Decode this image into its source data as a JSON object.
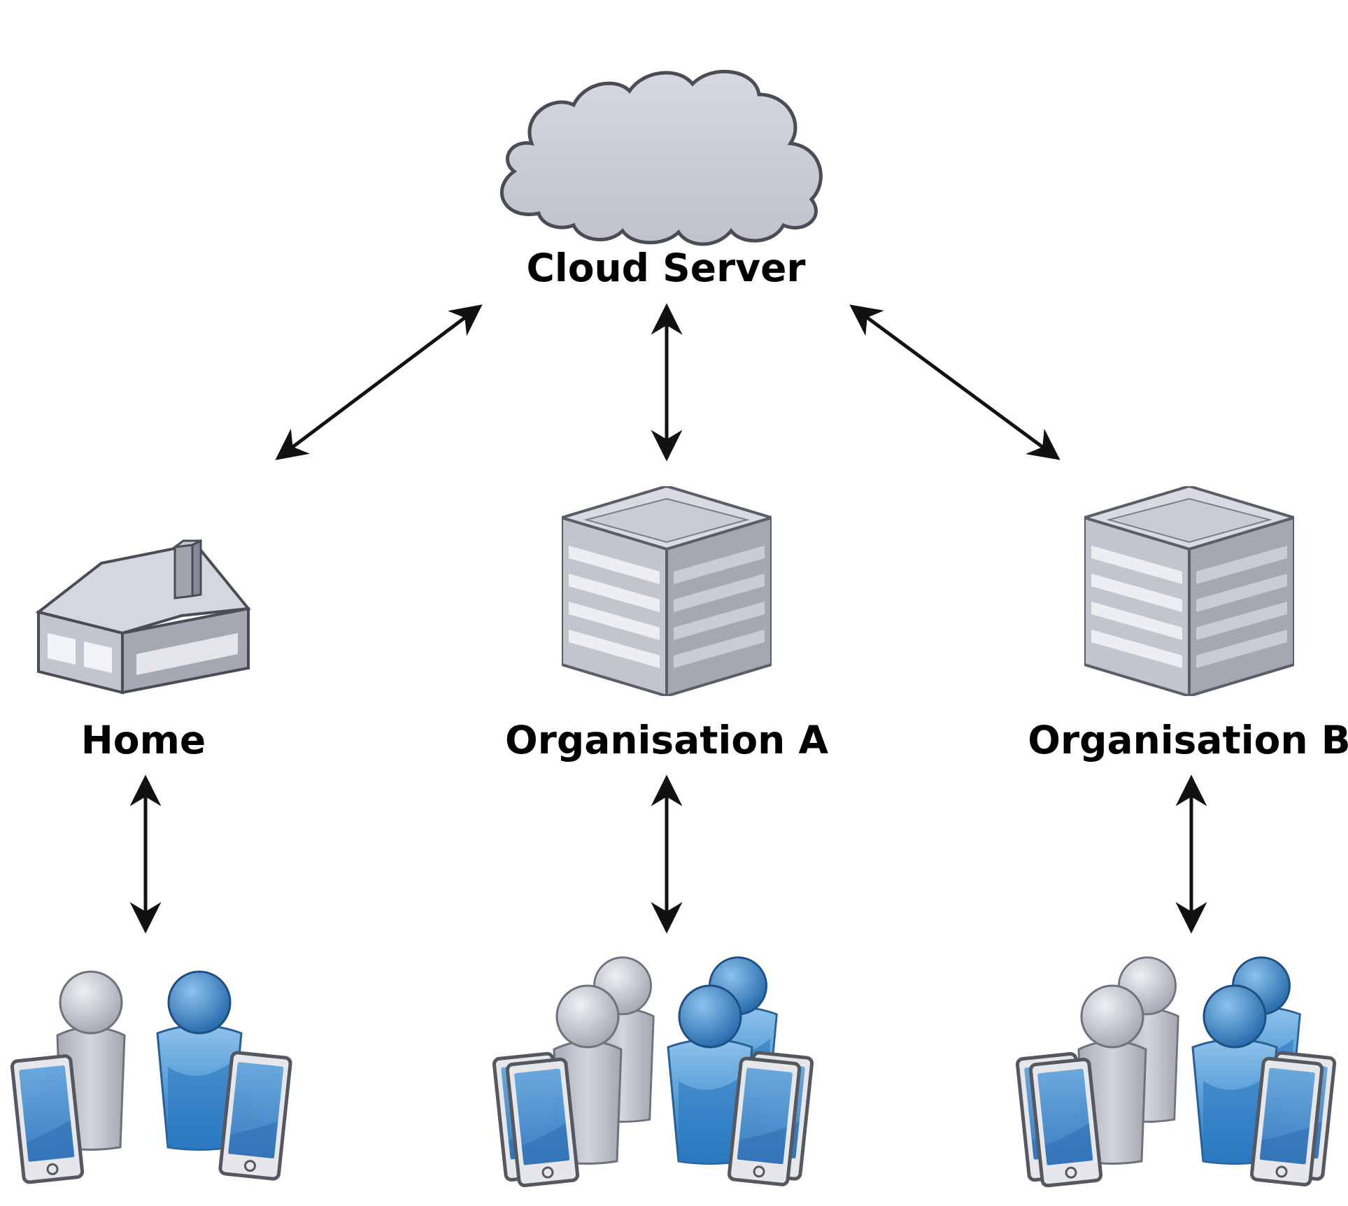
{
  "nodes": {
    "cloud": {
      "label": "Cloud Server"
    },
    "home": {
      "label": "Home"
    },
    "org_a": {
      "label": "Organisation A"
    },
    "org_b": {
      "label": "Organisation B"
    }
  },
  "edges": [
    {
      "from": "home",
      "to": "cloud",
      "direction": "bidirectional"
    },
    {
      "from": "org_a",
      "to": "cloud",
      "direction": "bidirectional"
    },
    {
      "from": "org_b",
      "to": "cloud",
      "direction": "bidirectional"
    },
    {
      "from": "home-users",
      "to": "home",
      "direction": "bidirectional"
    },
    {
      "from": "org-a-users",
      "to": "org_a",
      "direction": "bidirectional"
    },
    {
      "from": "org-b-users",
      "to": "org_b",
      "direction": "bidirectional"
    }
  ],
  "colors": {
    "gray_fill": "#c6c9d3",
    "gray_light": "#e3e5eb",
    "gray_dark": "#8f94a0",
    "blue_fill": "#3a86c8",
    "blue_light": "#7cb6e3",
    "blue_dark": "#1f64a8",
    "outline": "#4a4d55"
  }
}
